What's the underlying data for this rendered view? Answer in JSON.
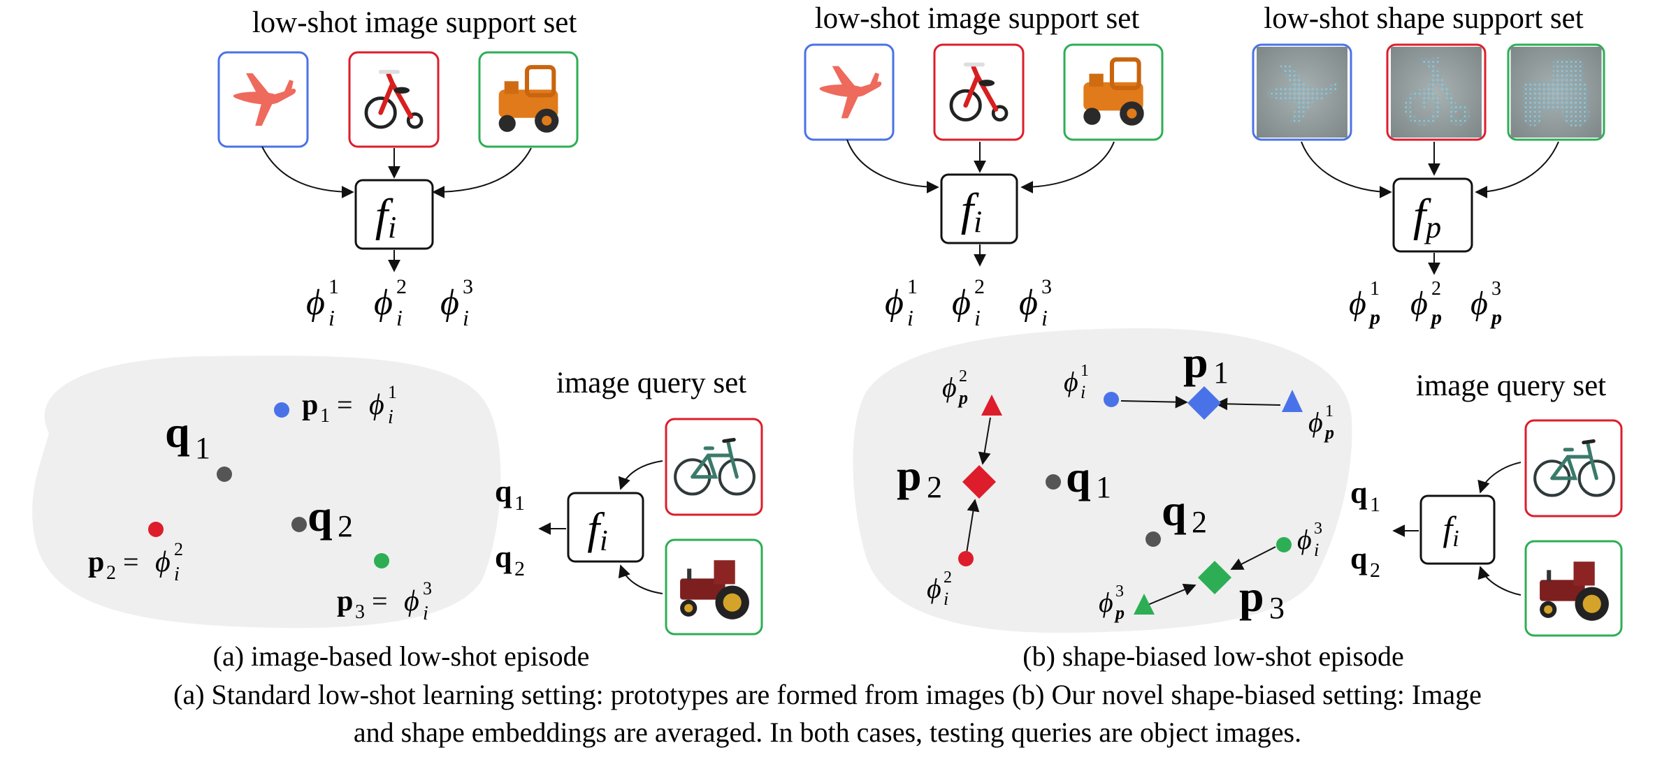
{
  "panel_a": {
    "support_title": "low-shot image support set",
    "encoder": {
      "func": "f",
      "sub": "i"
    },
    "embeddings": [
      {
        "base": "ϕ",
        "sub": "i",
        "sup": "1"
      },
      {
        "base": "ϕ",
        "sub": "i",
        "sup": "2"
      },
      {
        "base": "ϕ",
        "sub": "i",
        "sup": "3"
      }
    ],
    "query_title": "image query set",
    "query_encoder": {
      "func": "f",
      "sub": "i"
    },
    "query_outputs": [
      {
        "base": "q",
        "sub": "1"
      },
      {
        "base": "q",
        "sub": "2"
      }
    ],
    "points": {
      "q1": {
        "base": "q",
        "sub": "1"
      },
      "q2": {
        "base": "q",
        "sub": "2"
      },
      "p1": {
        "base": "p",
        "sub": "1",
        "eq": "= ",
        "rhs_base": "ϕ",
        "rhs_sub": "i",
        "rhs_sup": "1"
      },
      "p2": {
        "base": "p",
        "sub": "2",
        "eq": "= ",
        "rhs_base": "ϕ",
        "rhs_sub": "i",
        "rhs_sup": "2"
      },
      "p3": {
        "base": "p",
        "sub": "3",
        "eq": "= ",
        "rhs_base": "ϕ",
        "rhs_sub": "i",
        "rhs_sup": "3"
      }
    },
    "label": "(a) image-based low-shot episode"
  },
  "panel_b": {
    "image_support_title": "low-shot image support set",
    "shape_support_title": "low-shot shape support set",
    "image_encoder": {
      "func": "f",
      "sub": "i"
    },
    "shape_encoder": {
      "func": "f",
      "sub": "p"
    },
    "image_embeddings": [
      {
        "base": "ϕ",
        "sub": "i",
        "sup": "1"
      },
      {
        "base": "ϕ",
        "sub": "i",
        "sup": "2"
      },
      {
        "base": "ϕ",
        "sub": "i",
        "sup": "3"
      }
    ],
    "shape_embeddings": [
      {
        "base": "ϕ",
        "sub": "p",
        "sup": "1"
      },
      {
        "base": "ϕ",
        "sub": "p",
        "sup": "2"
      },
      {
        "base": "ϕ",
        "sub": "p",
        "sup": "3"
      }
    ],
    "query_title": "image query set",
    "query_encoder": {
      "func": "f",
      "sub": "i"
    },
    "query_outputs": [
      {
        "base": "q",
        "sub": "1"
      },
      {
        "base": "q",
        "sub": "2"
      }
    ],
    "points": {
      "p1": {
        "base": "p",
        "sub": "1"
      },
      "p2": {
        "base": "p",
        "sub": "2"
      },
      "p3": {
        "base": "p",
        "sub": "3"
      },
      "q1": {
        "base": "q",
        "sub": "1"
      },
      "q2": {
        "base": "q",
        "sub": "2"
      },
      "phi_i1": {
        "base": "ϕ",
        "sub": "i",
        "sup": "1"
      },
      "phi_p1": {
        "base": "ϕ",
        "sub": "p",
        "sup": "1"
      },
      "phi_p2": {
        "base": "ϕ",
        "sub": "p",
        "sup": "2"
      },
      "phi_i2": {
        "base": "ϕ",
        "sub": "i",
        "sup": "2"
      },
      "phi_i3": {
        "base": "ϕ",
        "sub": "i",
        "sup": "3"
      },
      "phi_p3": {
        "base": "ϕ",
        "sub": "p",
        "sup": "3"
      }
    },
    "label": "(b) shape-biased low-shot episode"
  },
  "caption": {
    "line1": "(a) Standard low-shot learning setting: prototypes are formed from images (b) Our novel shape-biased setting: Image",
    "line2": "and shape embeddings are averaged. In both cases, testing queries are object images."
  },
  "colors": {
    "blue": "#4a72e8",
    "red": "#dd1d2b",
    "green": "#2dae55",
    "gray_point": "#555555",
    "blob": "#efefef"
  },
  "icons": {
    "airplane": "airplane-icon",
    "tricycle": "tricycle-icon",
    "toy_tractor": "toy-tractor-icon",
    "bicycle": "bicycle-icon",
    "tractor": "tractor-icon",
    "pointcloud_airplane": "pointcloud-airplane-icon",
    "pointcloud_tricycle": "pointcloud-tricycle-icon",
    "pointcloud_tractor": "pointcloud-tractor-icon"
  }
}
